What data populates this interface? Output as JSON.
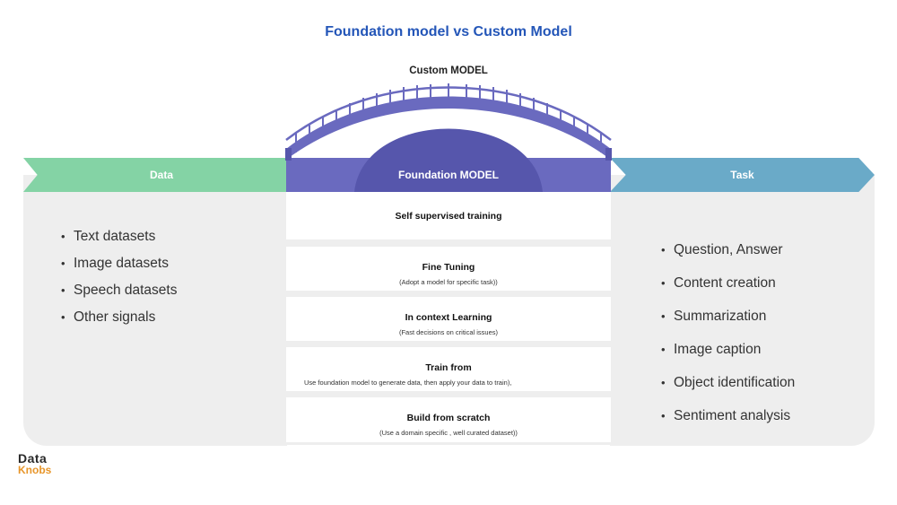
{
  "title": "Foundation model vs Custom Model",
  "custom_model_label": "Custom MODEL",
  "arrows": {
    "data": "Data",
    "foundation": "Foundation MODEL",
    "task": "Task"
  },
  "data_items": [
    "Text datasets",
    "Image datasets",
    "Speech datasets",
    "Other signals"
  ],
  "task_items": [
    "Question, Answer",
    "Content creation",
    "Summarization",
    "Image caption",
    "Object identification",
    "Sentiment analysis"
  ],
  "steps": [
    {
      "title": "Self supervised training",
      "subtitle": ""
    },
    {
      "title": "Fine Tuning",
      "subtitle": "(Adopt a model for specific task))"
    },
    {
      "title": "In context Learning",
      "subtitle": "(Fast decisions on critical issues)"
    },
    {
      "title": "Train from",
      "subtitle": "Use foundation model to generate data, then apply your data to train),"
    },
    {
      "title": "Build from scratch",
      "subtitle": "(Use a domain specific , well curated dataset))"
    }
  ],
  "logo": {
    "line1": "Data",
    "line2": "Knobs"
  },
  "colors": {
    "title": "#2456b8",
    "data_arrow": "#84d3a5",
    "foundation_arrow": "#6a6abf",
    "task_arrow": "#6aaac8",
    "bridge": "#6a6abf",
    "logo_accent": "#e8962a"
  },
  "icons": [
    "bridge-icon"
  ]
}
